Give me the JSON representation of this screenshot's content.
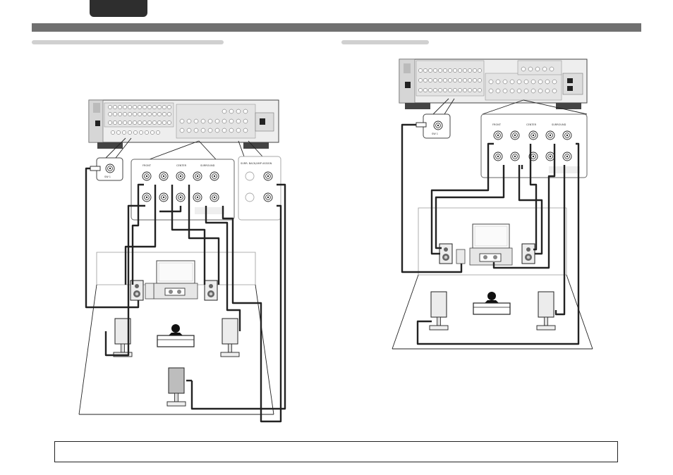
{
  "header": {
    "language_tab": ""
  },
  "left_figure": {
    "sub_label": "SW 1",
    "terminal_groups": [
      "FRONT",
      "CENTER",
      "SURROUND"
    ],
    "back_group": "SURR. BACK/AMP ASSIGN"
  },
  "right_figure": {
    "sub_label": "SW 1",
    "terminal_groups": [
      "FRONT",
      "CENTER",
      "SURROUND"
    ]
  },
  "note": {
    "text": ""
  }
}
